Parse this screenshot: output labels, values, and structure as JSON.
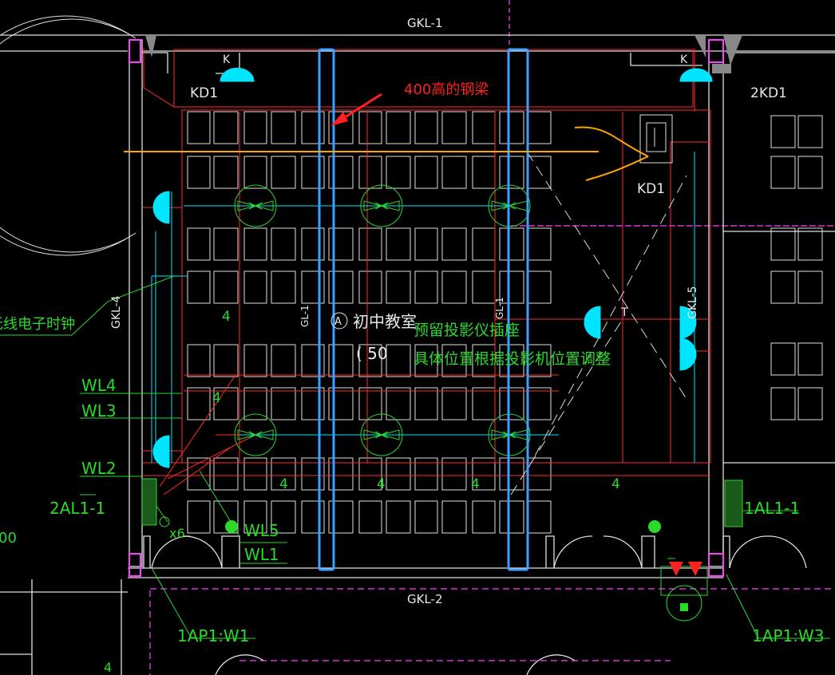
{
  "drawing": {
    "beam_labels": {
      "top": "GKL-1",
      "bottom": "GKL-2",
      "left": "GKL-4",
      "right": "GKL-5",
      "mid_left": "GL-1",
      "mid_right": "GL-1"
    },
    "room": {
      "marker": "A",
      "name": "初中教室",
      "area": "( 50"
    },
    "notes": {
      "projector_line1": "预留投影仪插座",
      "projector_line2": "具体位置根据投影机位置调整",
      "clock": "无线电子时钟",
      "x6": "x6",
      "left_edge": "00"
    },
    "annotation": {
      "text": "400高的钢梁",
      "color": "#ff2020"
    },
    "switch_labels": {
      "k_left": "K",
      "k_right": "K",
      "t": "T"
    },
    "equipment": {
      "kd1_left": "KD1",
      "kd1_right": "2KD1",
      "kd1_mid": "KD1"
    },
    "circuits": {
      "wl4": "WL4",
      "wl3": "WL3",
      "wl2": "WL2",
      "wl5": "WL5",
      "wl1": "WL1",
      "panel_left": "2AL1-1",
      "panel_right": "1AL1-1",
      "ap_left": "1AP1:W1",
      "ap_right": "1AP1:W3"
    },
    "wire_counts": {
      "n1": "4",
      "n2": "4",
      "n3": "4",
      "n4": "4",
      "n5": "4",
      "n6": "4",
      "n7": "4"
    },
    "colors": {
      "background": "#000000",
      "wall": "#e0e0e0",
      "wiring": "#ff2a2a",
      "fixture": "#2bd92b",
      "beam_highlight": "#3ba0ff",
      "sketch": "#ffa500",
      "boundary": "#ff40ff",
      "socket": "#00e5ff"
    }
  }
}
